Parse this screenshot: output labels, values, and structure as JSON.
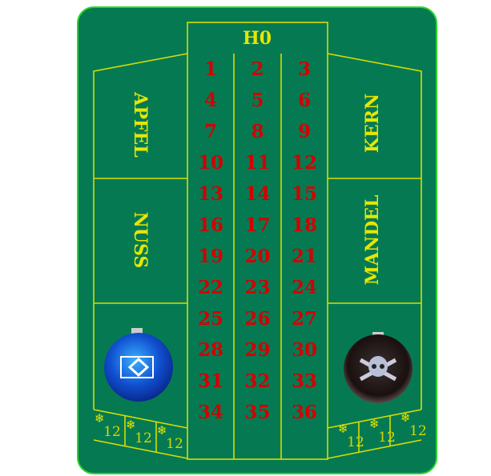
{
  "zero_label": "H0",
  "numbers": [
    1,
    2,
    3,
    4,
    5,
    6,
    7,
    8,
    9,
    10,
    11,
    12,
    13,
    14,
    15,
    16,
    17,
    18,
    19,
    20,
    21,
    22,
    23,
    24,
    25,
    26,
    27,
    28,
    29,
    30,
    31,
    32,
    33,
    34,
    35,
    36
  ],
  "side_labels": {
    "top_left": "APFEL",
    "top_right": "KERN",
    "mid_left": "NUSS",
    "mid_right": "MANDEL"
  },
  "dozen_labels_left": [
    "12",
    "12",
    "12"
  ],
  "dozen_labels_right": [
    "12",
    "12",
    "12"
  ],
  "ornaments": {
    "left": "blue-hsv-ornament",
    "right": "black-skull-ornament"
  },
  "colors": {
    "felt": "#057a52",
    "lines": "#d8dc00",
    "numbers": "#d40000",
    "border": "#22cc22"
  }
}
